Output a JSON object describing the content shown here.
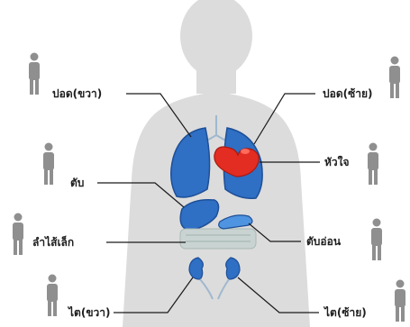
{
  "labels": {
    "lung_right": "ปอด(ขวา)",
    "lung_left": "ปอด(ซ้าย)",
    "heart": "หัวใจ",
    "liver": "ตับ",
    "pancreas": "ตับอ่อน",
    "small_intestine": "ลำไส้เล็ก",
    "kidney_right": "ไต(ขวา)",
    "kidney_left": "ไต(ซ้าย)"
  },
  "colors": {
    "body": "#dcdcdc",
    "organ_blue": "#2f6fc4",
    "organ_blue_light": "#4f94e0",
    "heart_red": "#e32d22",
    "intestine": "#c9d4d2",
    "person_icon": "#8f8f8f",
    "leader_line": "#1a1a1a"
  },
  "icons": {
    "side_figures": "person-icon"
  }
}
